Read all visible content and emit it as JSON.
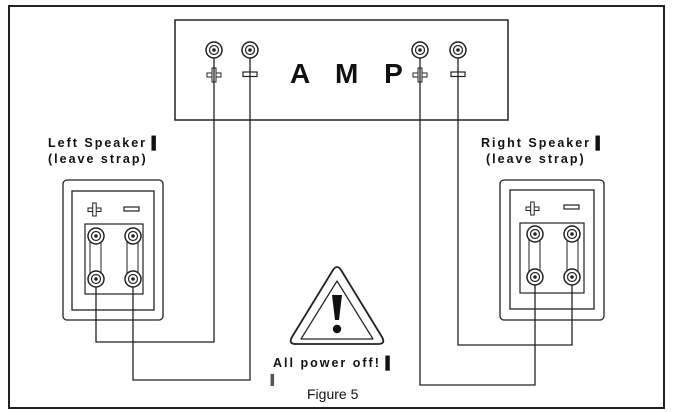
{
  "amplifier": {
    "label": "A M P"
  },
  "left_speaker": {
    "name": "Left Speaker▐",
    "note": "(leave strap)"
  },
  "right_speaker": {
    "name": "Right Speaker▐",
    "note": "(leave strap)"
  },
  "warning": {
    "text": "All power off!▐",
    "mark": "▐",
    "icon": "exclamation-triangle-icon"
  },
  "figure": {
    "caption": "Figure 5"
  },
  "terminals": {
    "plus_symbol": "+",
    "minus_symbol": "−"
  },
  "colors": {
    "line": "#222222",
    "fill": "#ffffff"
  }
}
